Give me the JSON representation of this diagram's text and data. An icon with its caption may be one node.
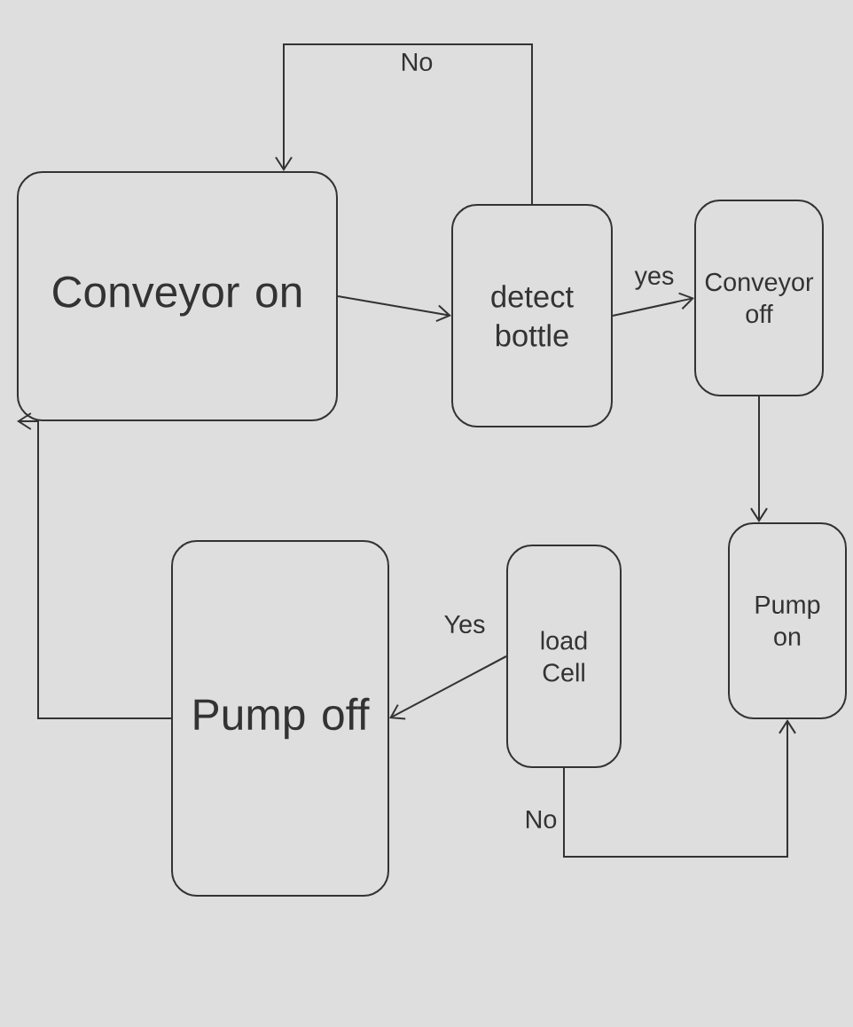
{
  "diagram": {
    "nodes": [
      {
        "text": [
          "Conveyor on"
        ]
      },
      {
        "text": [
          "detect bottle"
        ]
      },
      {
        "text": [
          "Conveyor off"
        ]
      },
      {
        "text": [
          "Pump on"
        ]
      },
      {
        "text": [
          "load Cell"
        ]
      },
      {
        "text": [
          "Pump off"
        ]
      }
    ],
    "edges": [
      {
        "from": 0,
        "to": 1,
        "arrow": "to"
      },
      {
        "from": 1,
        "to": 0,
        "arrow": "to",
        "label": "No"
      },
      {
        "from": 1,
        "to": 2,
        "arrow": "to",
        "label": "yes"
      },
      {
        "from": 2,
        "to": 3,
        "arrow": "to"
      },
      {
        "from": 4,
        "to": 3,
        "arrow": "to",
        "label": "No"
      },
      {
        "from": 4,
        "to": 5,
        "arrow": "to",
        "label": "Yes"
      },
      {
        "from": 5,
        "to": 0,
        "arrow": "to"
      }
    ]
  }
}
